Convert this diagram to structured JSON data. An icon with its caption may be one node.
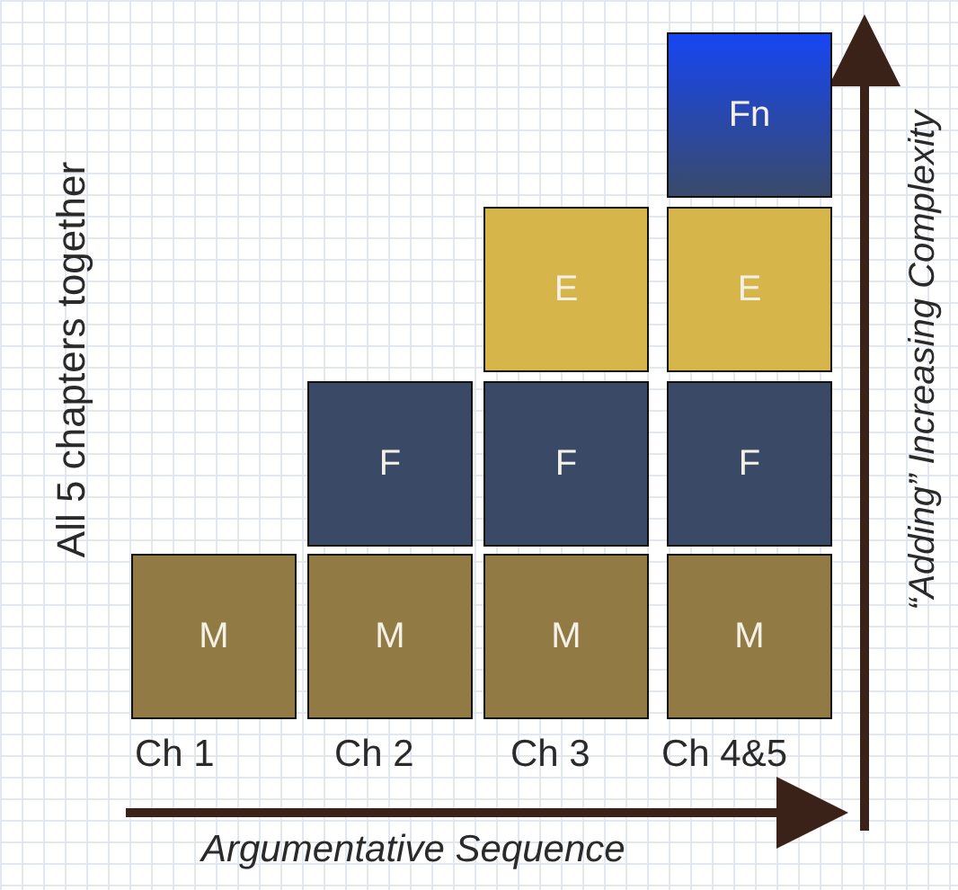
{
  "diagram": {
    "nodes": [
      {
        "text": [
          "Fn"
        ]
      },
      {
        "text": [
          "E"
        ]
      },
      {
        "text": [
          "E"
        ]
      },
      {
        "text": [
          "F"
        ]
      },
      {
        "text": [
          "F"
        ]
      },
      {
        "text": [
          "F"
        ]
      },
      {
        "text": [
          "M"
        ]
      },
      {
        "text": [
          "M"
        ]
      },
      {
        "text": [
          "M"
        ]
      },
      {
        "text": [
          "M"
        ]
      }
    ],
    "edges": [],
    "labels": [
      "All 5 chapters together",
      "“Adding” Increasing Complexity",
      "Ch 1",
      "Ch 2",
      "Ch 3",
      "Ch 4&5",
      "Argumentative Sequence"
    ]
  }
}
